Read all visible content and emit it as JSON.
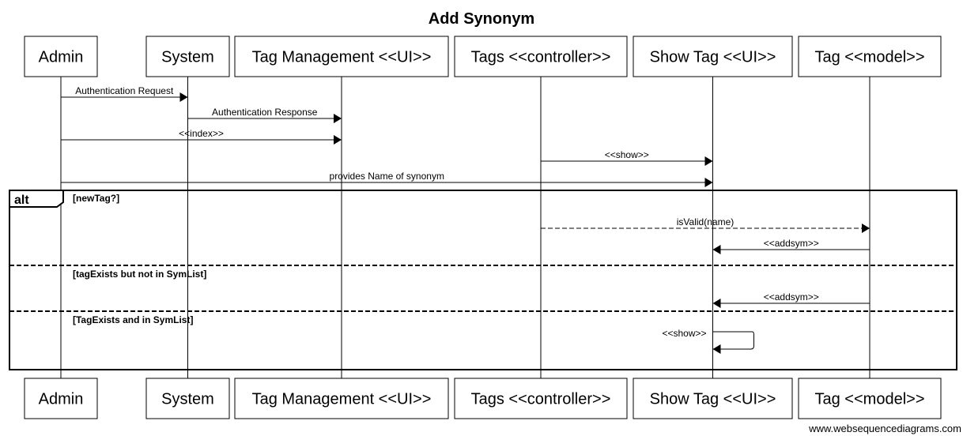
{
  "title": "Add Synonym",
  "participants": [
    {
      "id": "admin",
      "label": "Admin"
    },
    {
      "id": "system",
      "label": "System"
    },
    {
      "id": "tagmgmt",
      "label": "Tag Management <<UI>>"
    },
    {
      "id": "tagsctl",
      "label": "Tags <<controller>>"
    },
    {
      "id": "showtag",
      "label": "Show Tag <<UI>>"
    },
    {
      "id": "tagmodel",
      "label": "Tag <<model>>"
    }
  ],
  "messages": [
    {
      "from": "admin",
      "to": "system",
      "label": "Authentication Request",
      "style": "solid"
    },
    {
      "from": "system",
      "to": "tagmgmt",
      "label": "Authentication Response",
      "style": "solid"
    },
    {
      "from": "admin",
      "to": "tagmgmt",
      "label": "<<index>>",
      "style": "solid"
    },
    {
      "from": "tagsctl",
      "to": "showtag",
      "label": "<<show>>",
      "style": "solid"
    },
    {
      "from": "admin",
      "to": "showtag",
      "label": "provides Name of synonym",
      "style": "solid"
    }
  ],
  "alt_frame": {
    "label": "alt",
    "sections": [
      {
        "guard": "[newTag?]",
        "messages": [
          {
            "from": "tagsctl",
            "to": "tagmodel",
            "label": "isValid(name)",
            "style": "dashed"
          },
          {
            "from": "tagmodel",
            "to": "showtag",
            "label": "<<addsym>>",
            "style": "solid"
          }
        ]
      },
      {
        "guard": "[tagExists but not in SymList]",
        "messages": [
          {
            "from": "tagmodel",
            "to": "showtag",
            "label": "<<addsym>>",
            "style": "solid"
          }
        ]
      },
      {
        "guard": "[TagExists and in SymList]",
        "messages": [
          {
            "from": "showtag",
            "to": "showtag",
            "label": "<<show>>",
            "style": "solid",
            "self": true
          }
        ]
      }
    ]
  },
  "watermark": "www.websequencediagrams.com"
}
